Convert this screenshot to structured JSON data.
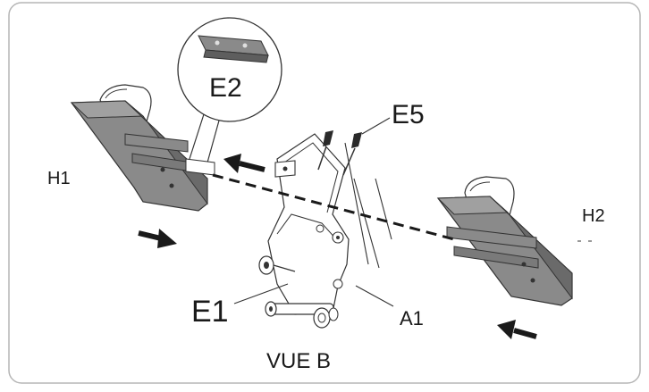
{
  "figure": {
    "caption": "VUE B",
    "labels": {
      "e2": "E2",
      "e5": "E5",
      "h1": "H1",
      "h2": "H2",
      "e1": "E1",
      "a1": "A1"
    },
    "colors": {
      "frame_border": "#b5b5b5",
      "part_fill": "#8a8a8a",
      "part_dark": "#6a6a6a",
      "line": "#2a2a2a",
      "arrow": "#1a1a1a"
    }
  }
}
